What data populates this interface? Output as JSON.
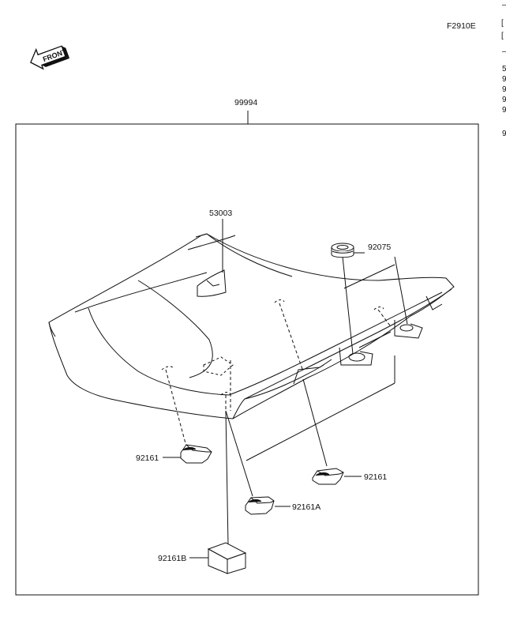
{
  "figure_code": "F2910E",
  "front_label": "FRONT",
  "assembly_part": "99994",
  "parts": {
    "seat": "53003",
    "grommet": "92075",
    "damper_left": "92161",
    "damper_right": "92161",
    "damper_a": "92161A",
    "damper_b": "92161B"
  },
  "edge_marks": [
    "–",
    "[",
    "[",
    "–",
    "5",
    "9",
    "9",
    "9",
    "9",
    "9"
  ],
  "colors": {
    "line": "#111111",
    "background": "#ffffff"
  }
}
